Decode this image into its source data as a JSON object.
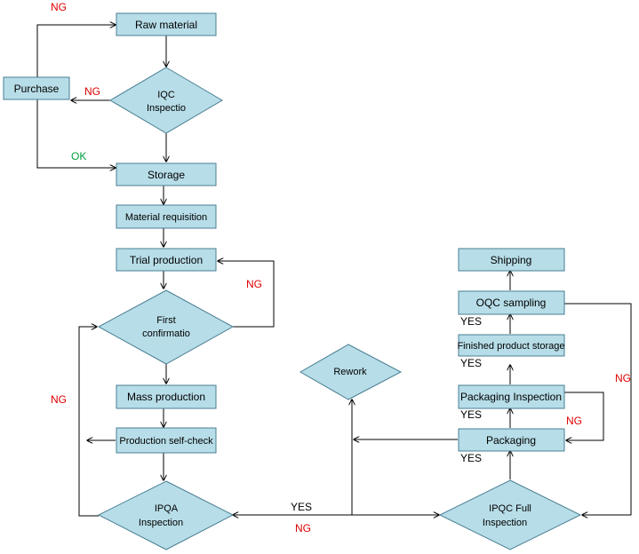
{
  "nodes": {
    "raw_material": "Raw material",
    "iqc_line1": "IQC",
    "iqc_line2": "Inspectio",
    "purchase": "Purchase",
    "storage": "Storage",
    "material_requisition": "Material requisition",
    "trial_production": "Trial production",
    "first_line1": "First",
    "first_line2": "confirmatio",
    "mass_production": "Mass production",
    "self_check": "Production self-check",
    "ipqa_line1": "IPQA",
    "ipqa_line2": "Inspection",
    "rework": "Rework",
    "ipqc_line1": "IPQC Full",
    "ipqc_line2": "Inspection",
    "packaging": "Packaging",
    "packaging_inspection": "Packaging Inspection",
    "finished_storage": "Finished product storage",
    "oqc_sampling": "OQC sampling",
    "shipping": "Shipping"
  },
  "labels": {
    "ng_top": "NG",
    "ng_iqc": "NG",
    "ok_storage": "OK",
    "ng_first": "NG",
    "ng_left": "NG",
    "yes_ipqa": "YES",
    "ng_ipqa": "NG",
    "yes_packaging": "YES",
    "ng_pack_insp": "NG",
    "yes_pack_insp": "YES",
    "yes_finished": "YES",
    "yes_oqc": "YES",
    "ng_right": "NG"
  },
  "colors": {
    "node_fill": "#b7dde8",
    "node_stroke": "#4a7f93",
    "ng": "#e00000",
    "ok": "#00a040",
    "yes": "#000000"
  }
}
